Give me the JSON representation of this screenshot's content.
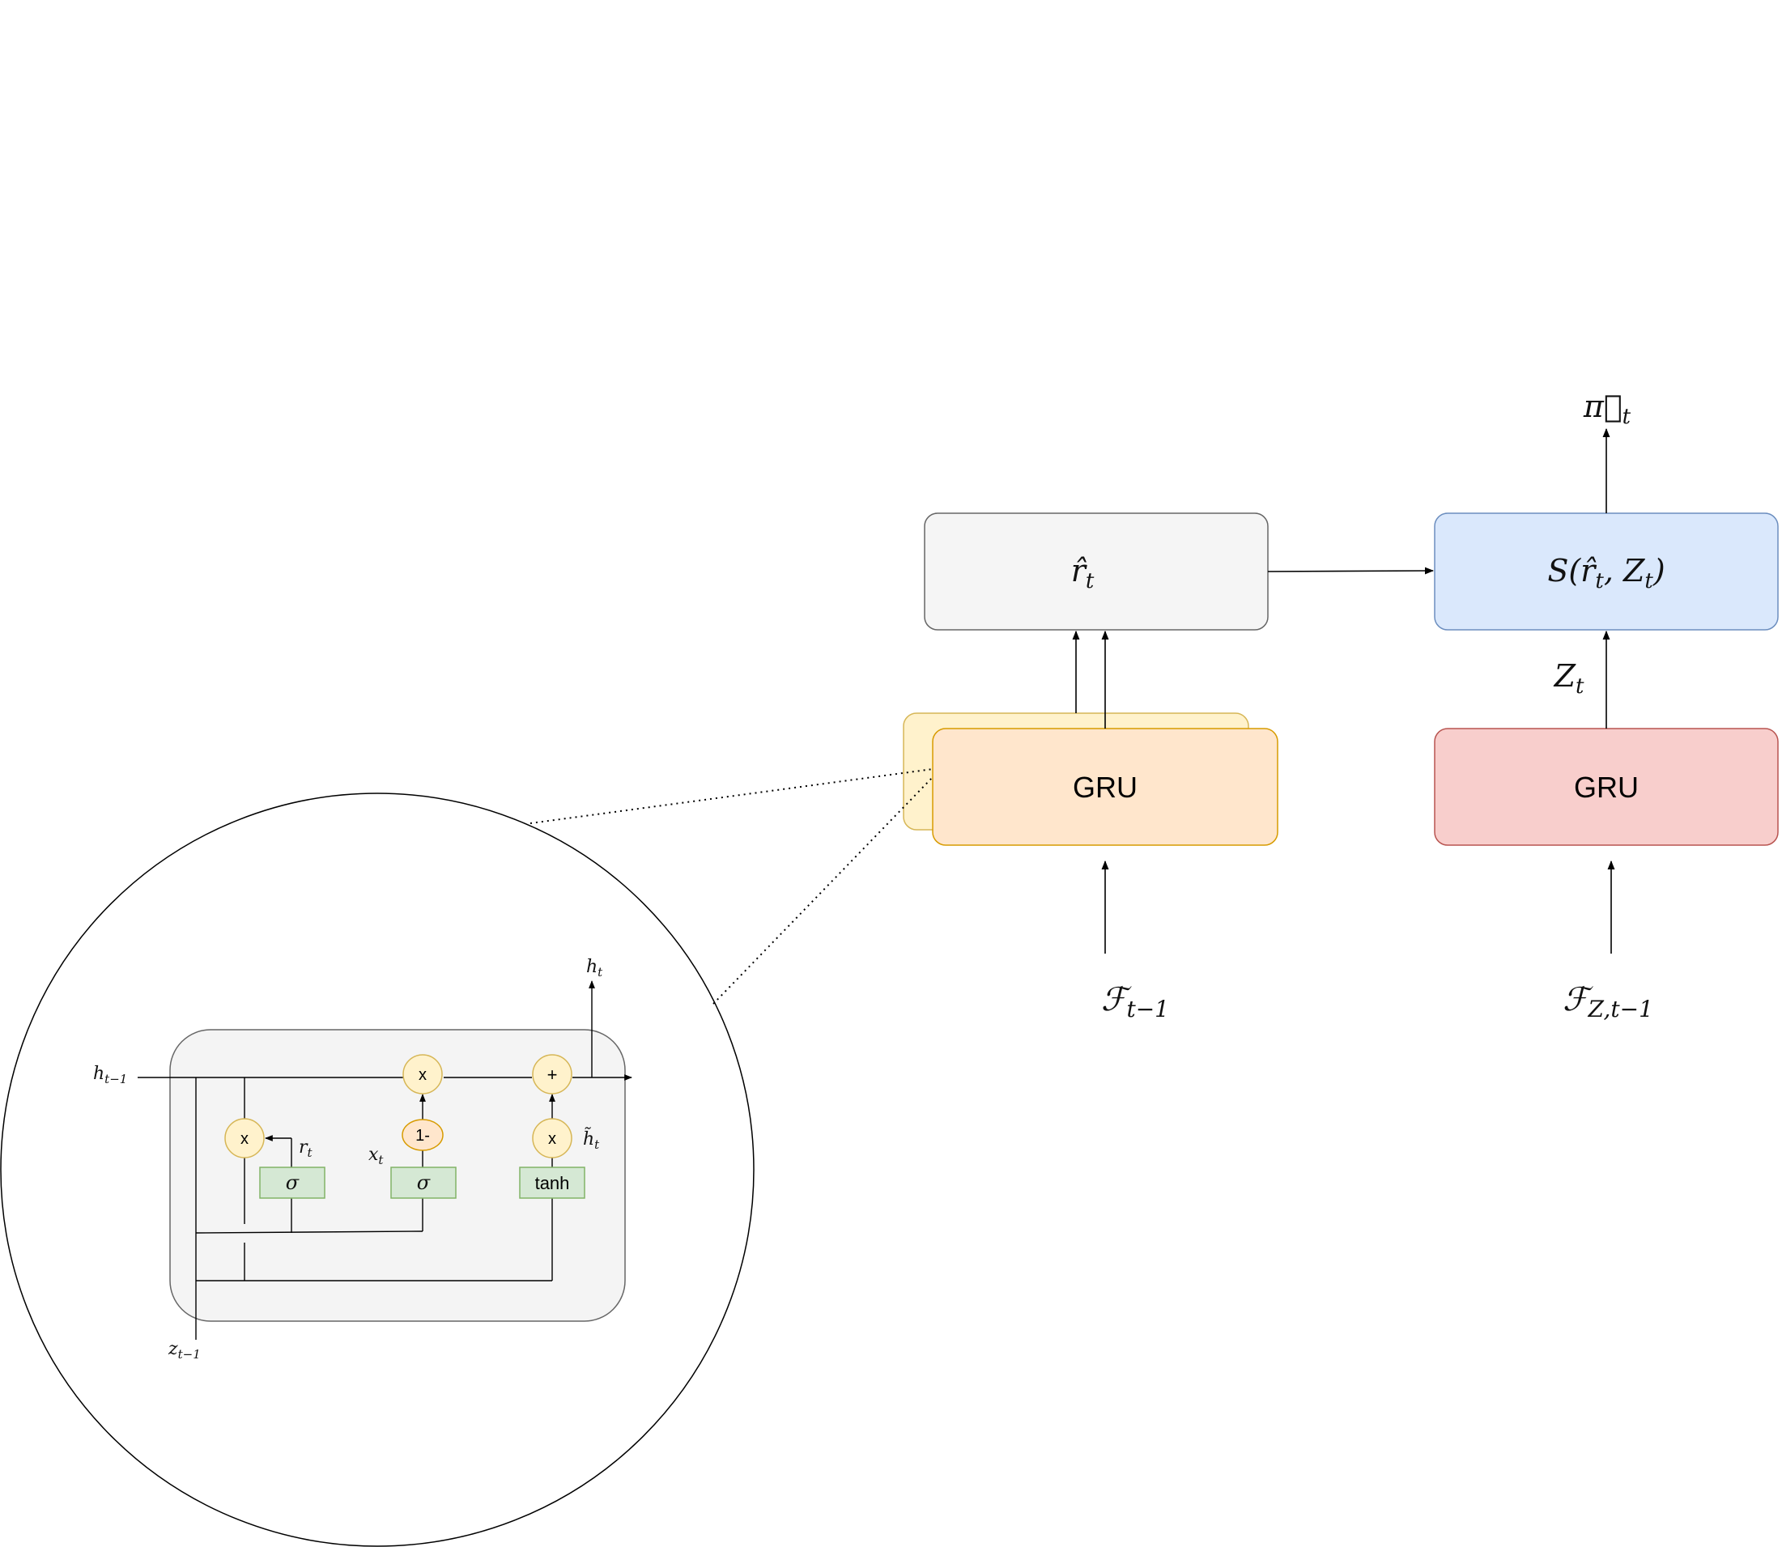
{
  "main": {
    "gru_left_label": "GRU",
    "gru_right_label": "GRU",
    "r_hat_label": "r̂",
    "r_hat_sub": "t",
    "score_label_pre": "S(r̂",
    "score_label_sub1": "t",
    "score_label_mid": ", Z",
    "score_label_sub2": "t",
    "score_label_post": ")",
    "z_t_label": "Z",
    "z_t_sub": "t",
    "pi_label": "π⃗",
    "pi_sub": "t",
    "f_left_label": "ℱ",
    "f_left_sub": "t−1",
    "f_right_label": "ℱ",
    "f_right_sub": "Z,t−1"
  },
  "inset": {
    "h_prev": "h",
    "h_prev_sub": "t−1",
    "h_t": "h",
    "h_t_sub": "t",
    "z_prev": "z",
    "z_prev_sub": "t−1",
    "r_t": "r",
    "r_t_sub": "t",
    "x_t": "x",
    "x_t_sub": "t",
    "h_tilde": "h̃",
    "h_tilde_sub": "t",
    "mult_1": "x",
    "mult_2": "x",
    "mult_3": "x",
    "plus": "+",
    "one_minus": "1-",
    "sigma_1": "σ",
    "sigma_2": "σ",
    "tanh": "tanh"
  },
  "colors": {
    "gru_left_back": "#fff2cc",
    "gru_left_front": "#ffe6cc",
    "gru_right": "#f8cecc",
    "r_hat_box": "#f5f5f5",
    "score_box": "#dae8fc",
    "gate_circle": "#fff2cc",
    "one_minus_circle": "#ffe6cc",
    "activation_box": "#d5e8d4",
    "inset_panel": "#f4f4f4"
  }
}
